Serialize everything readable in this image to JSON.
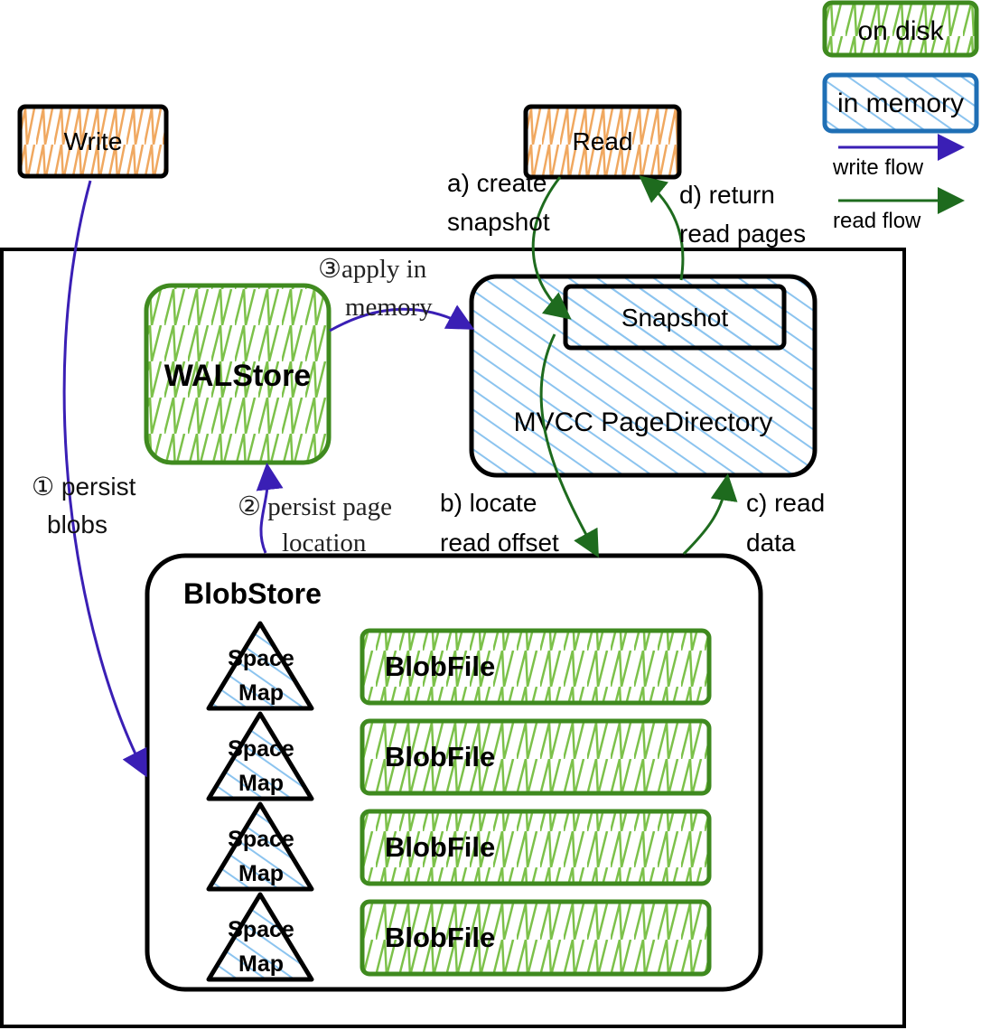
{
  "legend": {
    "on_disk": "on disk",
    "in_memory": "in memory",
    "write_flow": "write flow",
    "read_flow": "read flow"
  },
  "nodes": {
    "write": "Write",
    "read": "Read",
    "walstore": "WALStore",
    "page_directory": "MVCC PageDirectory",
    "snapshot": "Snapshot",
    "blobstore": "BlobStore",
    "space_map": [
      "Space",
      "Map"
    ],
    "blobfiles": [
      "BlobFile",
      "BlobFile",
      "BlobFile",
      "BlobFile"
    ]
  },
  "edges": {
    "persist_blobs": [
      "① persist",
      "blobs"
    ],
    "persist_page_location": [
      "② persist page",
      "location"
    ],
    "apply_in_memory": [
      "③apply in",
      "memory"
    ],
    "create_snapshot": [
      "a) create",
      "snapshot"
    ],
    "return_read_pages": [
      "d) return",
      "read pages"
    ],
    "locate_read_offset": [
      "b) locate",
      "read offset"
    ],
    "read_data": [
      "c) read",
      "data"
    ]
  },
  "colors": {
    "disk": "#3f8a1f",
    "memory": "#1f6fb5",
    "write_flow": "#3a1fb5",
    "read_flow": "#1e6b1e",
    "orange": "#f0a860",
    "green_hatch": "#7cc14a",
    "blue_hatch": "#8cc4ef"
  }
}
